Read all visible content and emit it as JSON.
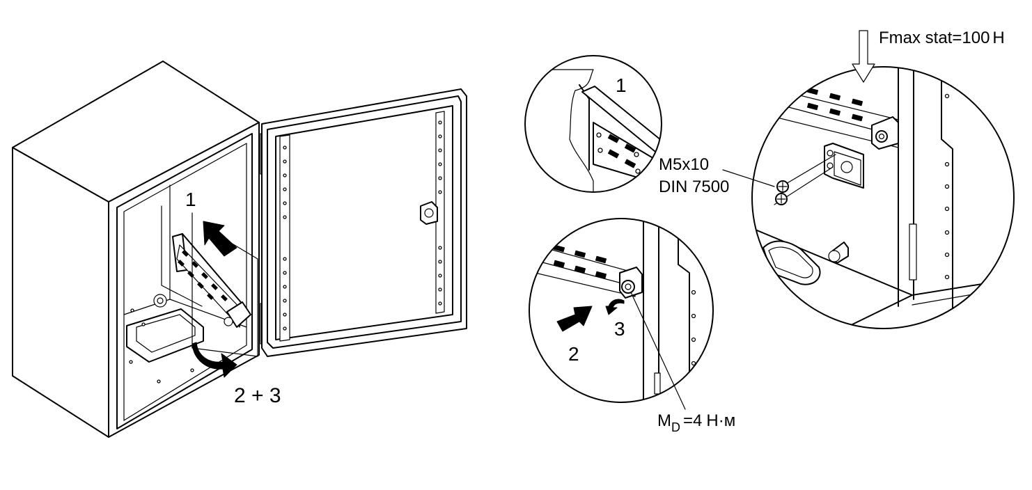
{
  "labels": {
    "step_1_main": "1",
    "step_2_3_main": "2 + 3",
    "step_1_detail": "1",
    "step_2_detail": "2",
    "step_3_detail": "3",
    "screw_size": "M5x10",
    "screw_standard": "DIN 7500",
    "force_label": "Fmax stat=100",
    "force_unit": "Н",
    "torque_symbol": "M",
    "torque_subscript": "D",
    "torque_value": "=4",
    "torque_unit": "Н·м"
  }
}
